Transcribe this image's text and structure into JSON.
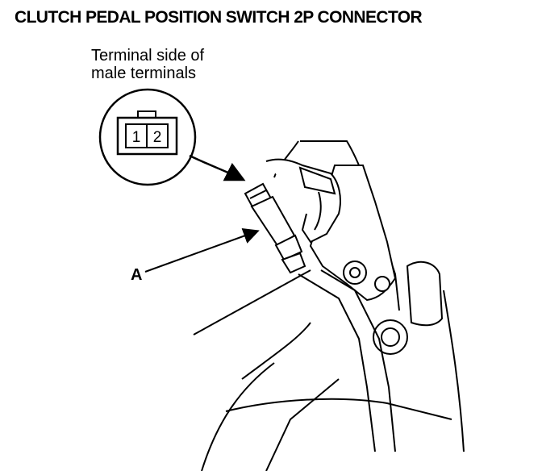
{
  "title": "CLUTCH PEDAL POSITION SWITCH 2P CONNECTOR",
  "connector_view_note": {
    "line1": "Terminal side of",
    "line2": "male terminals"
  },
  "terminals": [
    "1",
    "2"
  ],
  "callout_label": "A"
}
